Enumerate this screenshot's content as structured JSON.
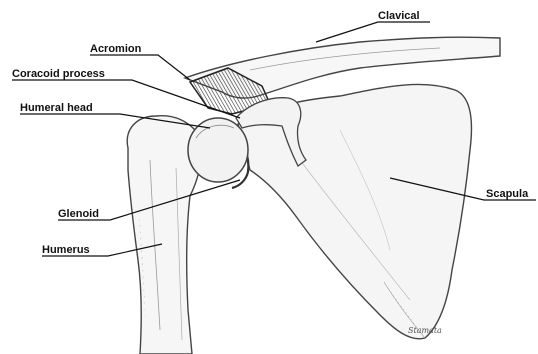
{
  "labels": {
    "clavical": "Clavical",
    "acromion": "Acromion",
    "coracoid_process": "Coracoid process",
    "humeral_head": "Humeral head",
    "glenoid": "Glenoid",
    "humerus": "Humerus",
    "scapula": "Scapula"
  },
  "signature": "Stamata",
  "colors": {
    "ink": "#111111",
    "pencil": "#444444",
    "shade": "#6b6b6b",
    "dark_shade": "#3a3a3a"
  }
}
